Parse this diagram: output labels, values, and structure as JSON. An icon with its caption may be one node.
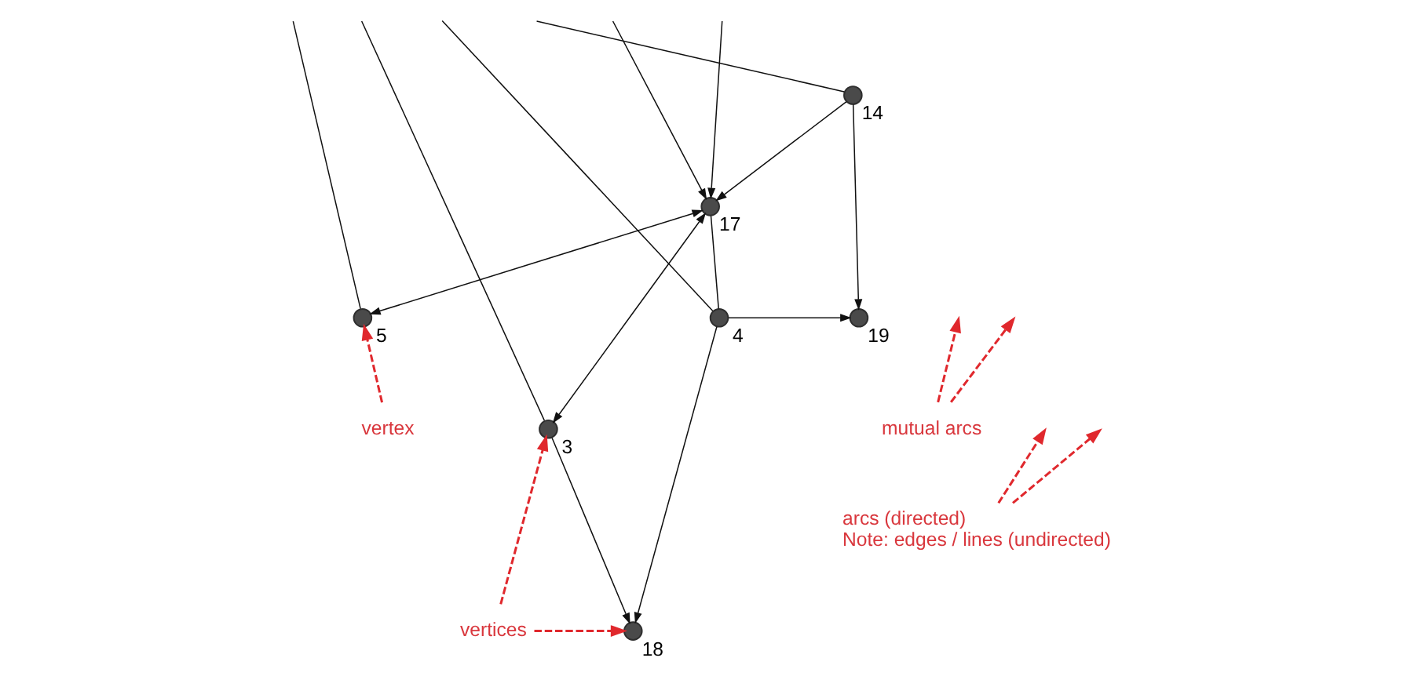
{
  "diagram": {
    "nodes": [
      {
        "text": [],
        "shape": "circle",
        "beside": [
          "17"
        ]
      },
      {
        "text": [],
        "shape": "circle",
        "beside": [
          "14"
        ]
      },
      {
        "text": [],
        "shape": "circle",
        "beside": [
          "5"
        ]
      },
      {
        "text": [],
        "shape": "circle",
        "beside": [
          "19"
        ]
      },
      {
        "text": [],
        "shape": "circle",
        "beside": [
          "4"
        ]
      },
      {
        "text": [
          "mutual arcs"
        ]
      },
      {
        "text": [],
        "shape": "circle",
        "beside": [
          "3"
        ]
      },
      {
        "text": [
          "vertex"
        ]
      },
      {
        "text": [
          "arcs (directed)",
          "Note: edges / lines (undirected)"
        ]
      },
      {
        "text": [
          "vertices"
        ]
      },
      {
        "text": [],
        "shape": "circle",
        "beside": [
          "18"
        ]
      }
    ],
    "edges": [
      {
        "from": 2,
        "to": null,
        "arrow": "none"
      },
      {
        "from": 6,
        "to": null,
        "arrow": "none"
      },
      {
        "from": 4,
        "to": null,
        "arrow": "none"
      },
      {
        "from": null,
        "to": 0,
        "arrow": "to"
      },
      {
        "from": null,
        "to": 0,
        "arrow": "to"
      },
      {
        "from": 1,
        "to": null,
        "arrow": "none"
      },
      {
        "from": 1,
        "to": 0,
        "arrow": "to"
      },
      {
        "from": 0,
        "to": 2,
        "arrow": "both"
      },
      {
        "from": 0,
        "to": 6,
        "arrow": "both"
      },
      {
        "from": 0,
        "to": 4,
        "arrow": "none"
      },
      {
        "from": 4,
        "to": 3,
        "arrow": "to"
      },
      {
        "from": 1,
        "to": 3,
        "arrow": "to"
      },
      {
        "from": 4,
        "to": 10,
        "arrow": "to"
      },
      {
        "from": 6,
        "to": 10,
        "arrow": "to"
      },
      {
        "from": 7,
        "to": 2,
        "arrow": "to",
        "style": "dashed",
        "color": "#e0282d"
      },
      {
        "from": 5,
        "to": null,
        "arrow": "to",
        "style": "dashed",
        "color": "#e0282d"
      },
      {
        "from": 5,
        "to": null,
        "arrow": "to",
        "style": "dashed",
        "color": "#e0282d"
      },
      {
        "from": 9,
        "to": 6,
        "arrow": "to",
        "style": "dashed",
        "color": "#e0282d"
      },
      {
        "from": 9,
        "to": 10,
        "arrow": "to",
        "style": "dashed",
        "color": "#e0282d"
      },
      {
        "from": 8,
        "to": null,
        "arrow": "to",
        "style": "dashed",
        "color": "#e0282d"
      },
      {
        "from": 8,
        "to": null,
        "arrow": "to",
        "style": "dashed",
        "color": "#e0282d"
      }
    ]
  }
}
